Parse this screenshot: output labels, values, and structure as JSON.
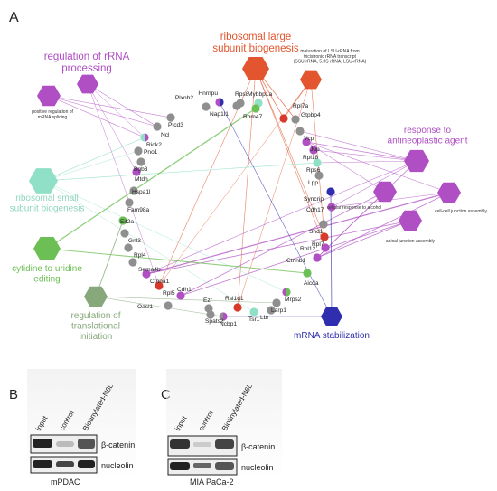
{
  "panels": {
    "a": "A",
    "b": "B",
    "c": "C"
  },
  "colors": {
    "orange": "#e2552f",
    "purple": "#b04ec3",
    "magenta": "#b23fb0",
    "teal": "#8fe0c6",
    "green": "#6cbf55",
    "olive": "#86a87a",
    "navy": "#2e2eae",
    "gray": "#8f8f8f",
    "red": "#d73a2a"
  },
  "terms": {
    "rrna_processing": "regulation of rRNA\nprocessing",
    "lsu_biogenesis": "ribosomal large\nsubunit biogenesis",
    "lsu_maturation": "maturation of LSU-rRNA from\ntricistronic rRNA transcript\n(SSU-rRNA, 5.8S rRNA, LSU-rRNA)",
    "splicing": "positive regulation of\nmRNA splicing",
    "antineoplastic": "response to\nantineoplastic agent",
    "ssu_biogenesis": "ribosomal small\nsubunit biogenesis",
    "cytidine": "cytidine to uridine\nediting",
    "translation": "regulation of\ntranslational\ninitiation",
    "alcohol": "cellular response to alcohol",
    "junction_assembly": "cell-cell junction assembly",
    "apical": "apical junction assembly",
    "mrna_stab": "mRNA stabilization"
  },
  "genes": {
    "hnrnpu": "Hnrnpu",
    "rps8": "Rps8",
    "mybbp1a": "Mybbp1a",
    "plxnb2": "Plxnb2",
    "nap1l1": "Nap1l1",
    "rbm47": "Rbm47",
    "rpl7a": "Rpl7a",
    "gtpbp4": "Gtpbp4",
    "ptcd3": "Ptcd3",
    "ncl": "Ncl",
    "riok2": "Riok2",
    "vcp": "Vcp",
    "jup": "Jup",
    "pno1": "Pno1",
    "bgb3": "Bgb3",
    "rpl18": "Rpl18",
    "mtdh": "Mtdh",
    "rps6": "Rps6",
    "hspa1l": "Hspa1l",
    "lpp": "Lpp",
    "syncrip": "Syncrip",
    "fam98a": "Fam98a",
    "cdh17": "Cdh17",
    "eif2a": "Eif2a",
    "gnl3": "Gnl3",
    "snd1": "Snd1",
    "rpl4": "Rpl4",
    "rpl7": "Rpl7",
    "rpl12": "Rpl12",
    "sema4b": "Sema4b",
    "ctnnb1": "Ctnnb1",
    "ctnna1": "Ctnna1",
    "rpl5": "Rpl5",
    "aicda": "Aicda",
    "cdh1": "Cdh1",
    "mrps2": "Mrps2",
    "oasl1": "Oasl1",
    "ezr": "Ezr",
    "rsl1d1": "Rsl1d1",
    "larp1": "Larp1",
    "spats2": "Spats2",
    "ncbp1": "Ncbp1",
    "tsr1": "Tsr1",
    "lbr": "Lbr"
  },
  "blots": {
    "b": {
      "lanes": [
        "input",
        "control",
        "Biotinylated-N6L"
      ],
      "bands": [
        "β-catenin",
        "nucleolin"
      ],
      "cell_line": "mPDAC"
    },
    "c": {
      "lanes": [
        "input",
        "control",
        "Biotinylated-N6L"
      ],
      "bands": [
        "β-catenin",
        "nucleolin"
      ],
      "cell_line": "MIA PaCa-2"
    }
  }
}
